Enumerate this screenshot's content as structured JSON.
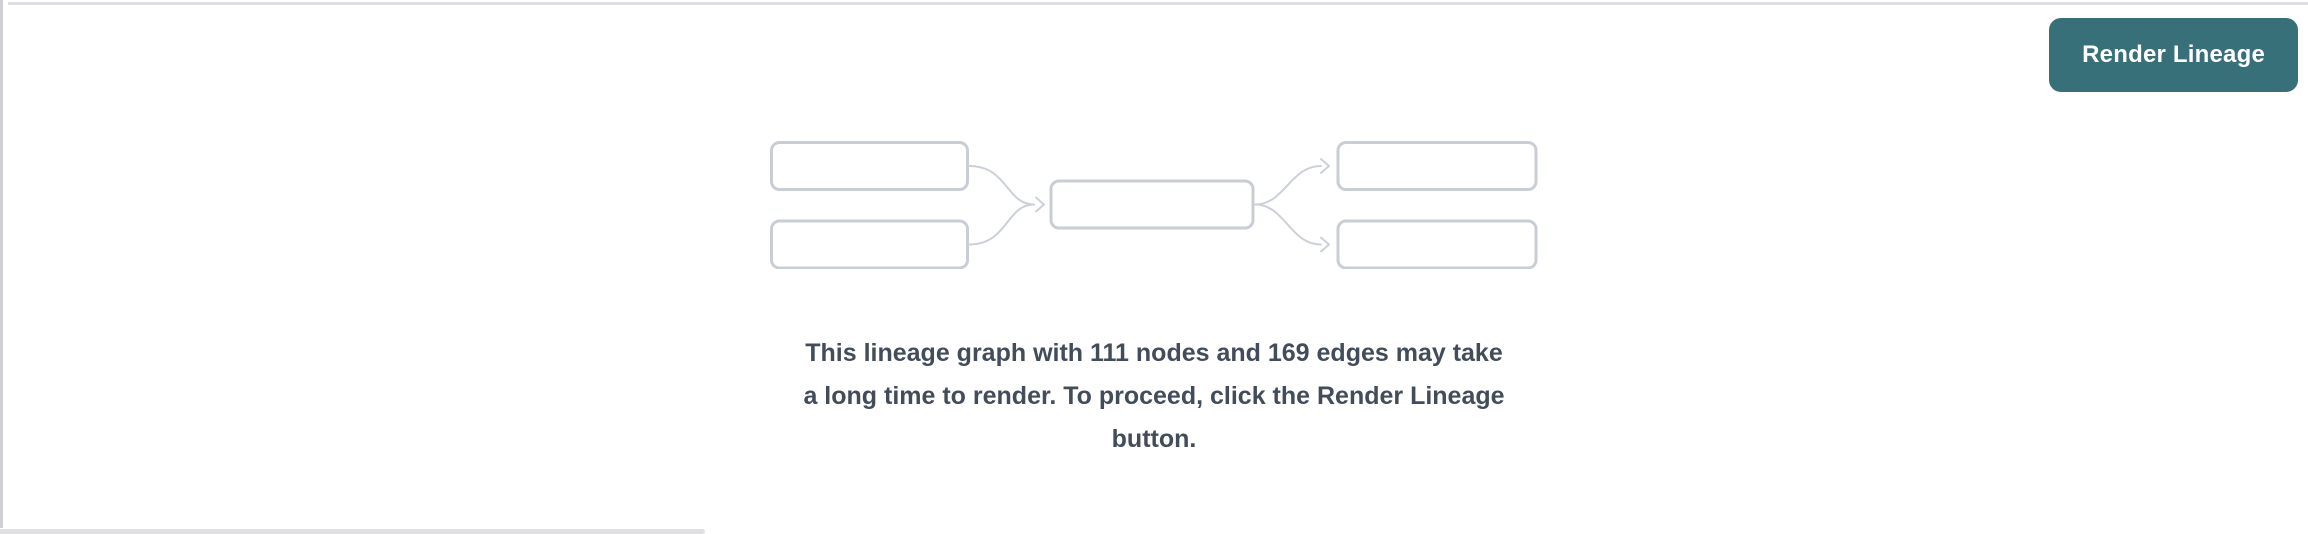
{
  "panel": {
    "background": "#ffffff",
    "border_top_color": "#dfdfe3",
    "border_left_color": "#d0d0d5",
    "scrollbar_color": "#e0e0e3"
  },
  "toolbar": {
    "render_button": {
      "label": "Render Lineage",
      "background": "#377078",
      "text_color": "#ffffff"
    }
  },
  "empty_state": {
    "node_count": "111",
    "edge_count": "169",
    "message_lines": [
      "This lineage graph with 111 nodes and 169 edges may take",
      "a long time to render. To proceed, click the Render Lineage",
      "button."
    ],
    "message_color": "#434c5a",
    "illustration": {
      "box_border_color": "#c9cdd5",
      "arrow_color": "#ccd0d8",
      "box_fill": "#ffffff"
    }
  }
}
